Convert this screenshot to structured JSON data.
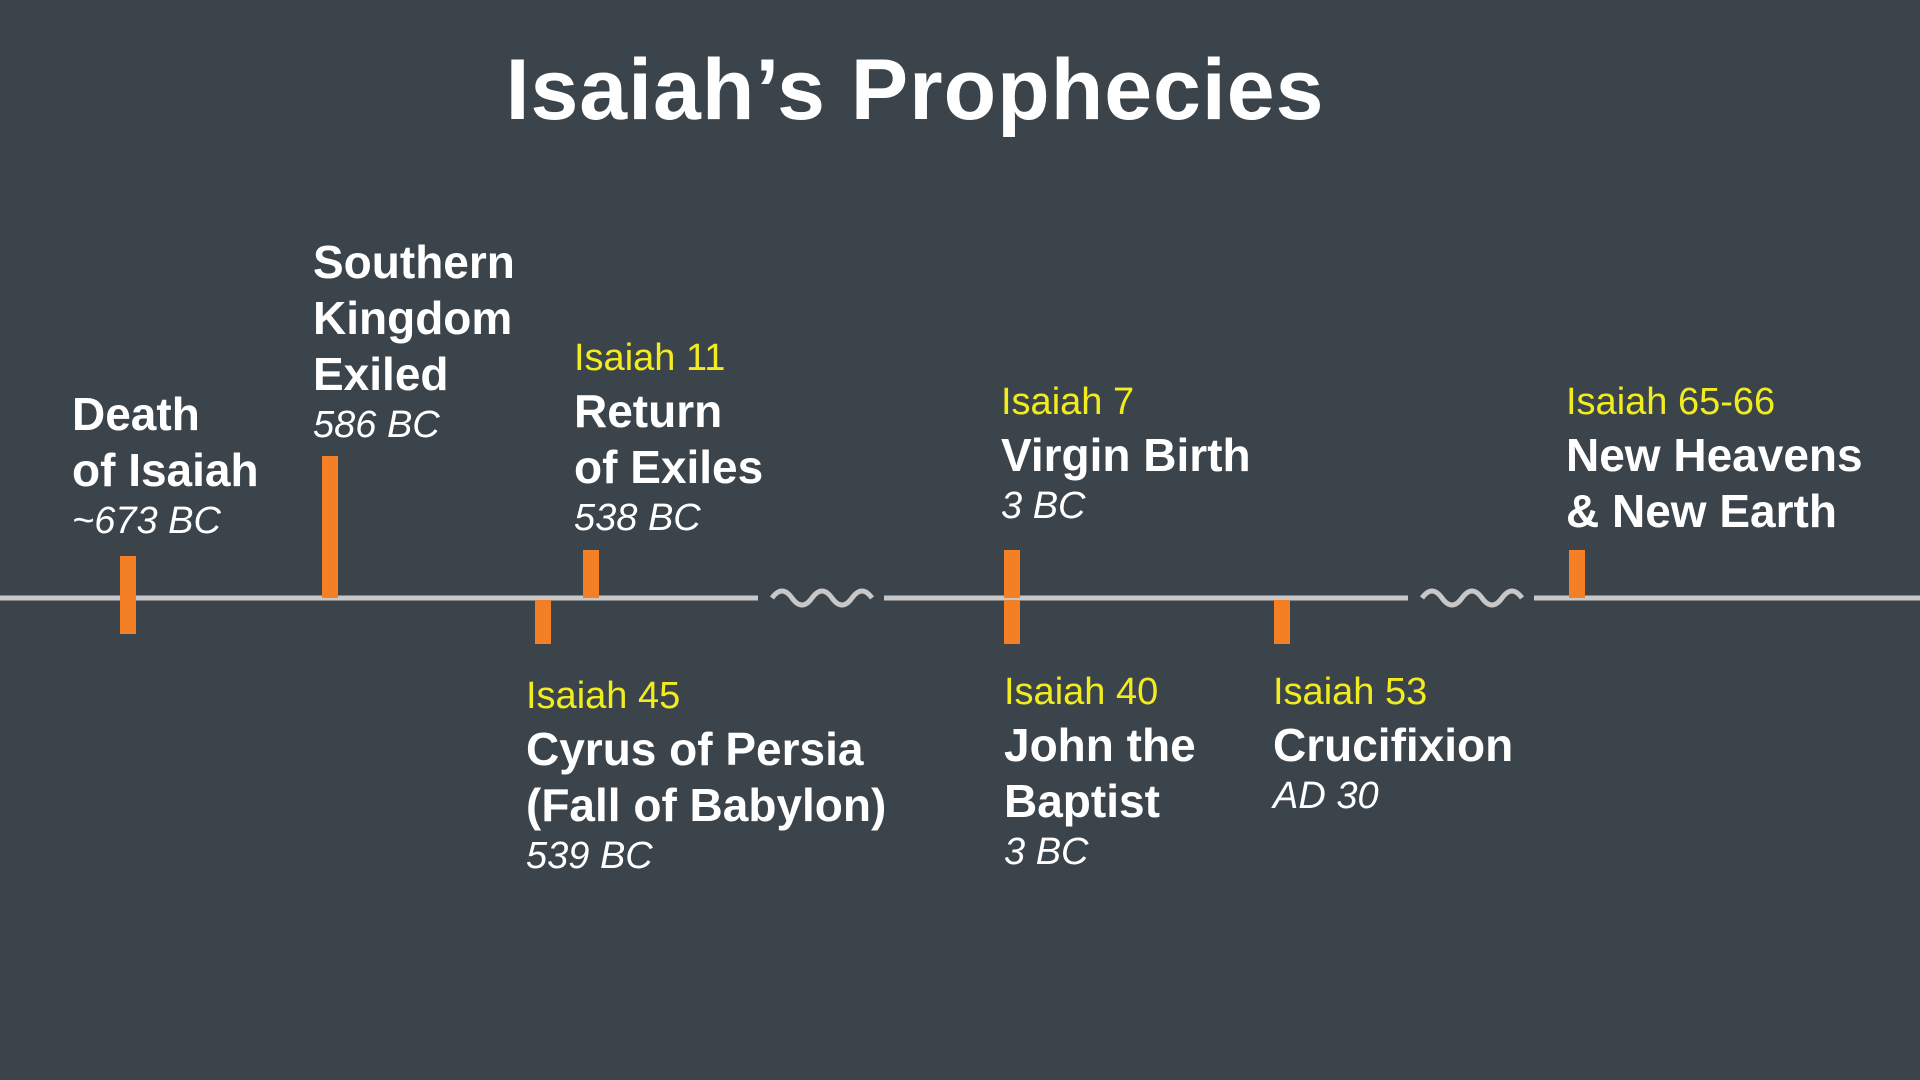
{
  "title": "Isaiah’s Prophecies",
  "colors": {
    "background": "#3b444b",
    "axis": "#c8c8c8",
    "marker": "#f47f24",
    "reference": "#f2ec1f",
    "text": "#ffffff"
  },
  "events": [
    {
      "ref": "",
      "name_lines": [
        "Death",
        "of Isaiah"
      ],
      "date": "~673 BC"
    },
    {
      "ref": "",
      "name_lines": [
        "Southern",
        "Kingdom",
        "Exiled"
      ],
      "date": "586 BC"
    },
    {
      "ref": "Isaiah 11",
      "name_lines": [
        "Return",
        "of Exiles"
      ],
      "date": "538 BC"
    },
    {
      "ref": "Isaiah 45",
      "name_lines": [
        "Cyrus of Persia",
        "(Fall of Babylon)"
      ],
      "date": "539 BC"
    },
    {
      "ref": "Isaiah 7",
      "name_lines": [
        "Virgin Birth"
      ],
      "date": "3 BC"
    },
    {
      "ref": "Isaiah 40",
      "name_lines": [
        "John the",
        "Baptist"
      ],
      "date": "3 BC"
    },
    {
      "ref": "Isaiah 53",
      "name_lines": [
        "Crucifixion"
      ],
      "date": "AD 30"
    },
    {
      "ref": "Isaiah 65-66",
      "name_lines": [
        "New Heavens",
        "& New Earth"
      ],
      "date": ""
    }
  ]
}
